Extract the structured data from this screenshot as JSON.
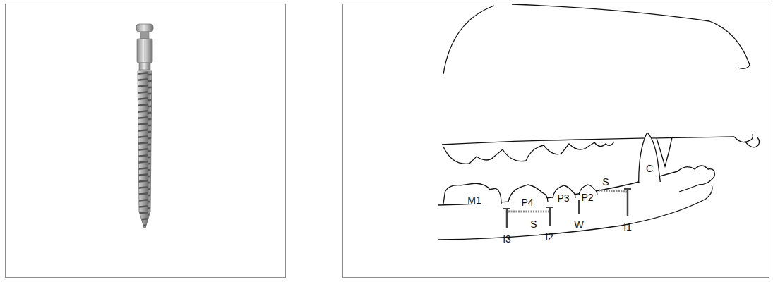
{
  "diagram": {
    "nodes": [
      {
        "text": [
          "M1"
        ]
      },
      {
        "text": [
          "P4"
        ]
      },
      {
        "text": [
          "P3"
        ]
      },
      {
        "text": [
          "P2"
        ]
      },
      {
        "text": [
          "C"
        ]
      }
    ],
    "labels": [
      "S",
      "I1",
      "S",
      "I2",
      "I3",
      "W"
    ]
  }
}
